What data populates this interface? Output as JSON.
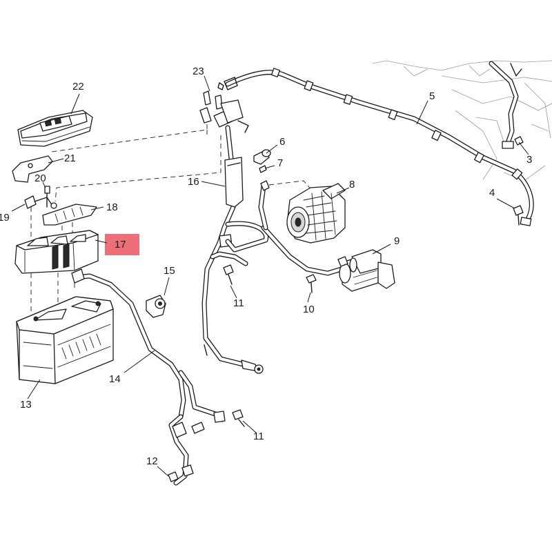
{
  "callouts": [
    {
      "id": "1",
      "label": "22"
    },
    {
      "id": "2",
      "label": "21"
    },
    {
      "id": "3",
      "label": "20"
    },
    {
      "id": "4",
      "label": "19"
    },
    {
      "id": "5",
      "label": "18"
    },
    {
      "id": "6",
      "label": "17",
      "highlighted": true
    },
    {
      "id": "7",
      "label": "16"
    },
    {
      "id": "8",
      "label": "15"
    },
    {
      "id": "9",
      "label": "14"
    },
    {
      "id": "10",
      "label": "13"
    },
    {
      "id": "11",
      "label": "12"
    },
    {
      "id": "12",
      "label": "11"
    },
    {
      "id": "13",
      "label": "11"
    },
    {
      "id": "14",
      "label": "10"
    },
    {
      "id": "15",
      "label": "9"
    },
    {
      "id": "16",
      "label": "8"
    },
    {
      "id": "17",
      "label": "7"
    },
    {
      "id": "18",
      "label": "6"
    },
    {
      "id": "19",
      "label": "5"
    },
    {
      "id": "20",
      "label": "4"
    },
    {
      "id": "21",
      "label": "3"
    },
    {
      "id": "22",
      "label": "23"
    }
  ],
  "highlight_color": "#e84852"
}
